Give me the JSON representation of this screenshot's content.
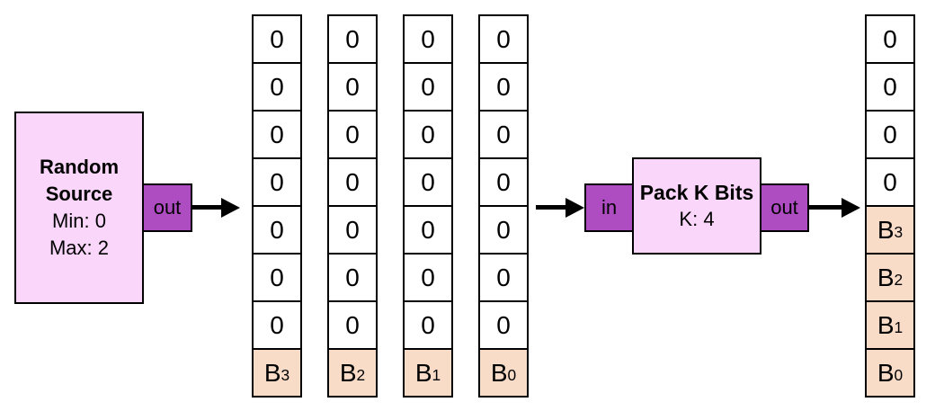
{
  "colors": {
    "block_fill": "#fad6fa",
    "port_fill": "#ae4cc2",
    "bit_fill": "#f8dcc8",
    "line_color": "#000000",
    "background": "#ffffff"
  },
  "source_block": {
    "title_line1": "Random",
    "title_line2": "Source",
    "param1": "Min: 0",
    "param2": "Max: 2",
    "port_out": "out"
  },
  "pack_block": {
    "title": "Pack K Bits",
    "param": "K: 4",
    "port_in": "in",
    "port_out": "out"
  },
  "input_columns": [
    {
      "id": "b3",
      "cells": [
        {
          "text": "0"
        },
        {
          "text": "0"
        },
        {
          "text": "0"
        },
        {
          "text": "0"
        },
        {
          "text": "0"
        },
        {
          "text": "0"
        },
        {
          "text": "0"
        },
        {
          "base": "B",
          "sub": "3",
          "highlight": true
        }
      ]
    },
    {
      "id": "b2",
      "cells": [
        {
          "text": "0"
        },
        {
          "text": "0"
        },
        {
          "text": "0"
        },
        {
          "text": "0"
        },
        {
          "text": "0"
        },
        {
          "text": "0"
        },
        {
          "text": "0"
        },
        {
          "base": "B",
          "sub": "2",
          "highlight": true
        }
      ]
    },
    {
      "id": "b1",
      "cells": [
        {
          "text": "0"
        },
        {
          "text": "0"
        },
        {
          "text": "0"
        },
        {
          "text": "0"
        },
        {
          "text": "0"
        },
        {
          "text": "0"
        },
        {
          "text": "0"
        },
        {
          "base": "B",
          "sub": "1",
          "highlight": true
        }
      ]
    },
    {
      "id": "b0",
      "cells": [
        {
          "text": "0"
        },
        {
          "text": "0"
        },
        {
          "text": "0"
        },
        {
          "text": "0"
        },
        {
          "text": "0"
        },
        {
          "text": "0"
        },
        {
          "text": "0"
        },
        {
          "base": "B",
          "sub": "0",
          "highlight": true
        }
      ]
    }
  ],
  "output_column": {
    "id": "packed-output",
    "cells": [
      {
        "text": "0"
      },
      {
        "text": "0"
      },
      {
        "text": "0"
      },
      {
        "text": "0"
      },
      {
        "base": "B",
        "sub": "3",
        "highlight": true
      },
      {
        "base": "B",
        "sub": "2",
        "highlight": true
      },
      {
        "base": "B",
        "sub": "1",
        "highlight": true
      },
      {
        "base": "B",
        "sub": "0",
        "highlight": true
      }
    ]
  }
}
